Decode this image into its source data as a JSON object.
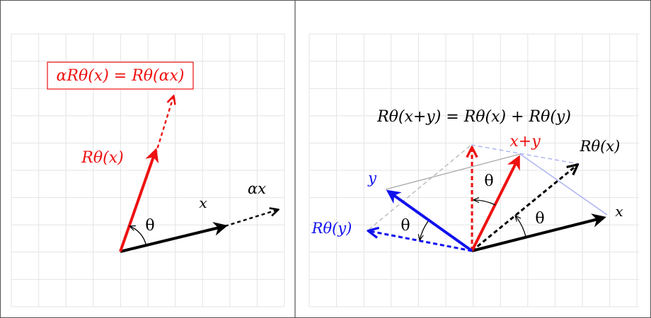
{
  "left_panel": {
    "formula_box": "αRθ(x) = Rθ(αx)",
    "label_rx": "Rθ(x)",
    "label_x": "x",
    "label_alpha_x": "αx",
    "label_theta": "θ"
  },
  "right_panel": {
    "formula": "Rθ(x+y) = Rθ(x) + Rθ(y)",
    "label_x_plus_y": "x+y",
    "label_rx": "Rθ(x)",
    "label_x": "x",
    "label_y": "y",
    "label_ry": "Rθ(y)",
    "label_theta_1": "θ",
    "label_theta_2": "θ",
    "label_theta_3": "θ"
  },
  "colors": {
    "red": "#ee1111",
    "blue": "#1111ee",
    "black": "#000000",
    "grid": "#e3e3e3",
    "gray": "#aaaaaa",
    "light_blue": "#aab0f0",
    "dashed_gray": "#b8b8b8"
  }
}
